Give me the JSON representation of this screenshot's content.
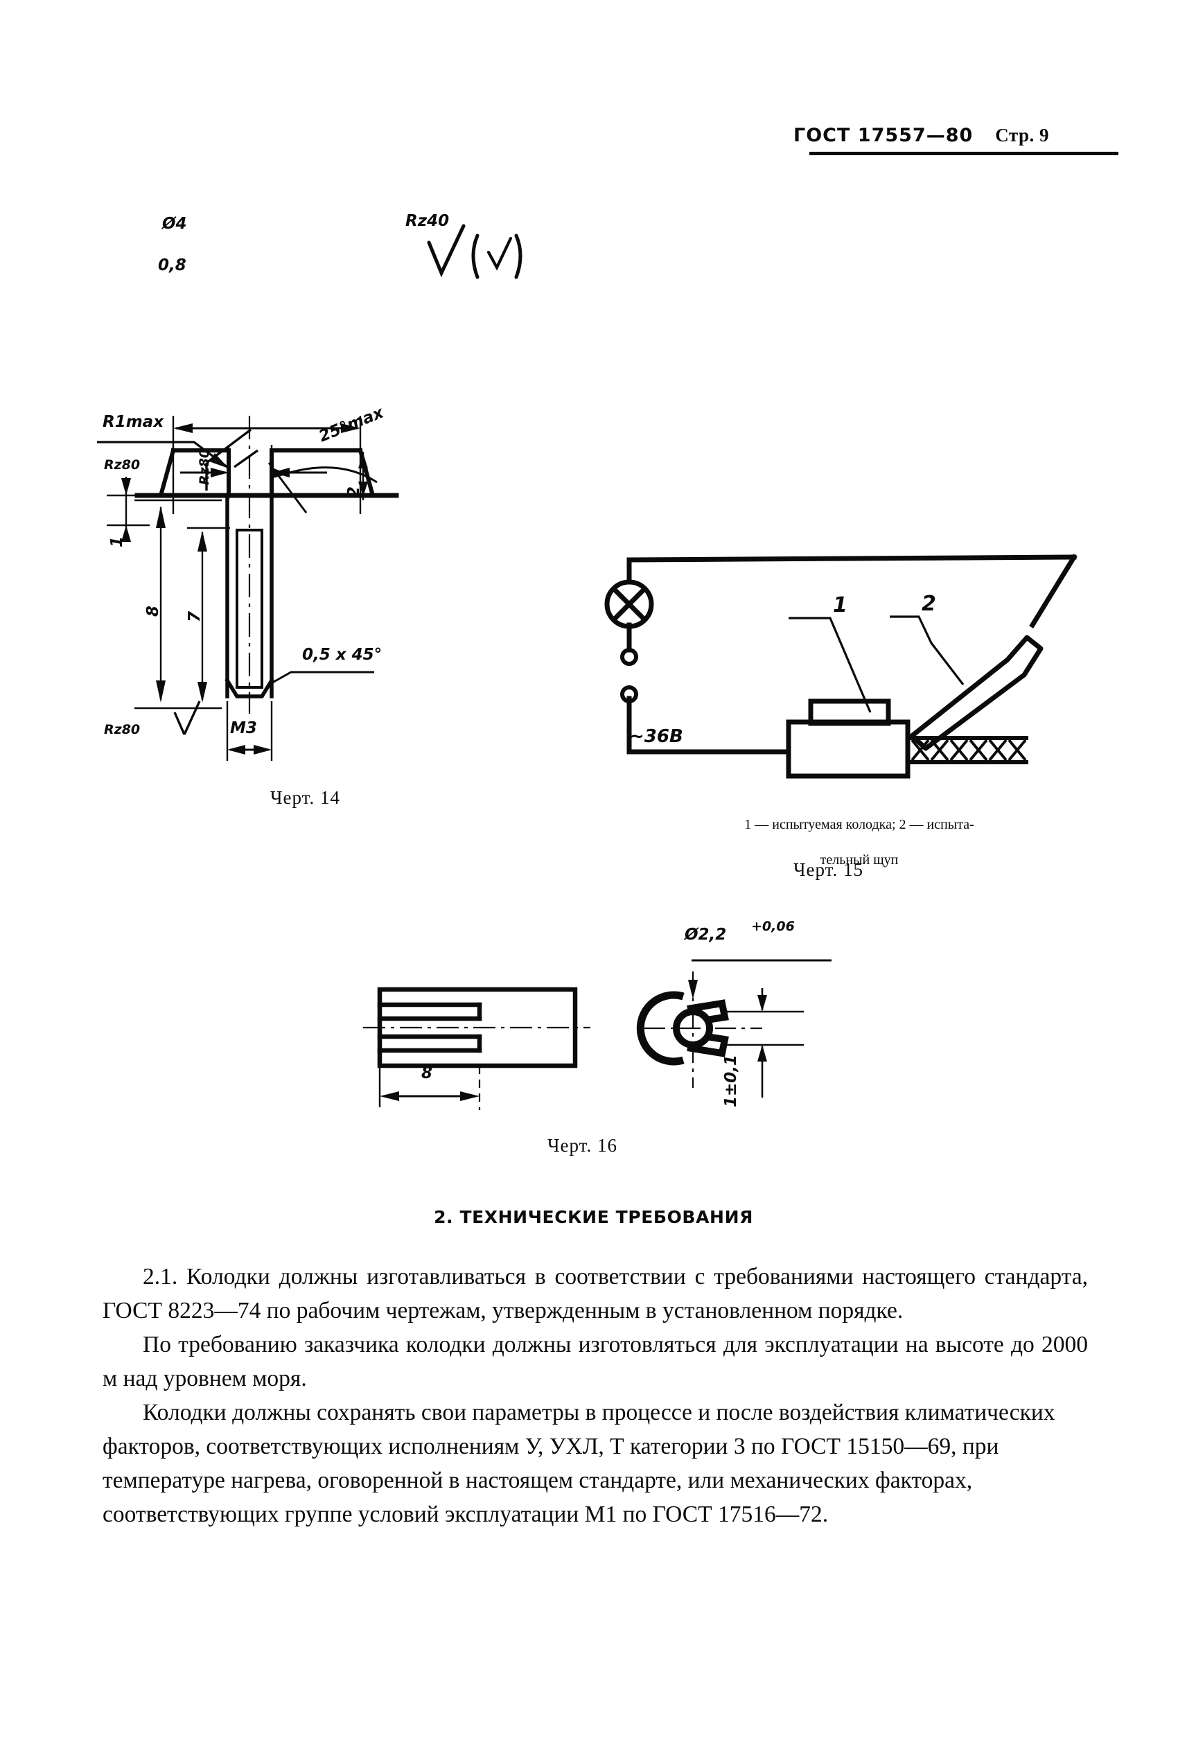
{
  "header": {
    "standard": "ГОСТ 17557—80",
    "page_label": "Стр.",
    "page_number": "9"
  },
  "figure14": {
    "caption": "Черт. 14",
    "general_roughness": "Rz40",
    "general_roughness_symbol": "√(√)",
    "labels": {
      "diameter": "Ø4",
      "flat_width": "0,8",
      "radius": "R1max",
      "rz80_top": "Rz80",
      "rz80_head": "Rz80",
      "rz80_bottom": "Rz80",
      "angle": "25°max",
      "head_height": "2",
      "flange": "1",
      "total_length": "8",
      "thread_length": "7",
      "chamfer": "0,5 x 45°",
      "thread": "M3"
    }
  },
  "figure15": {
    "caption": "Черт. 15",
    "legend": "1 — испытуемая колодка; 2 — испытательный щуп",
    "legend_line1": "1 — испытуемая колодка; 2 — испыта-",
    "legend_line2": "тельный щуп",
    "labels": {
      "voltage": "~36В",
      "item1": "1",
      "item2": "2"
    }
  },
  "figure16": {
    "caption": "Черт. 16",
    "labels": {
      "slot_length": "8",
      "diameter": "Ø2,2",
      "diameter_tolerance": "+0,06",
      "gap": "1±0,1"
    }
  },
  "section": {
    "heading": "2. ТЕХНИЧЕСКИЕ ТРЕБОВАНИЯ",
    "paragraphs": [
      "2.1. Колодки должны изготавливаться в соответствии с требованиями настоящего стандарта, ГОСТ 8223—74 по рабочим чертежам, утвержденным в установленном порядке.",
      "По требованию заказчика колодки должны изготовляться для эксплуатации на высоте до 2000 м над уровнем моря.",
      "Колодки должны сохранять свои параметры в процессе и после воздействия климатических факторов, соответствующих исполнениям У, УХЛ, Т категории 3 по ГОСТ 15150—69, при температуре нагрева, оговоренной в настоящем стандарте, или механических факторах, соответствующих группе условий эксплуатации М1 по ГОСТ 17516—72."
    ]
  },
  "colors": {
    "ink": "#0b0b0b",
    "paper": "#ffffff"
  }
}
